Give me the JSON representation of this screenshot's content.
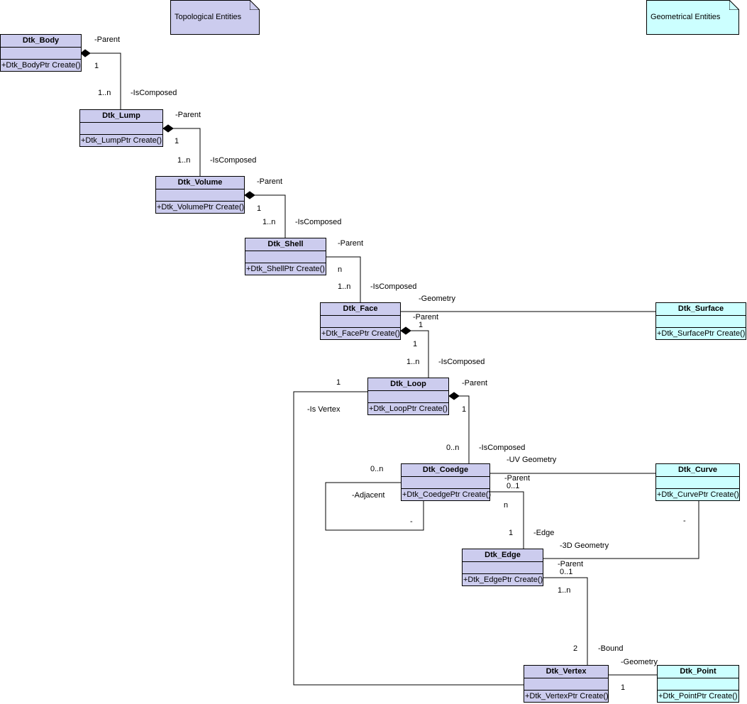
{
  "notes": {
    "topological": "Topological Entities",
    "geometrical": "Geometrical Entities"
  },
  "colors": {
    "topological_fill": "#ccccee",
    "geometrical_fill": "#ccffff",
    "line": "#000000"
  },
  "classes": {
    "body": {
      "name": "Dtk_Body",
      "op": "+Dtk_BodyPtr Create()"
    },
    "lump": {
      "name": "Dtk_Lump",
      "op": "+Dtk_LumpPtr Create()"
    },
    "volume": {
      "name": "Dtk_Volume",
      "op": "+Dtk_VolumePtr Create()"
    },
    "shell": {
      "name": "Dtk_Shell",
      "op": "+Dtk_ShellPtr Create()"
    },
    "face": {
      "name": "Dtk_Face",
      "op": "+Dtk_FacePtr Create()"
    },
    "loop": {
      "name": "Dtk_Loop",
      "op": "+Dtk_LoopPtr Create()"
    },
    "coedge": {
      "name": "Dtk_Coedge",
      "op": "+Dtk_CoedgePtr Create()"
    },
    "edge": {
      "name": "Dtk_Edge",
      "op": "+Dtk_EdgePtr Create()"
    },
    "vertex": {
      "name": "Dtk_Vertex",
      "op": "+Dtk_VertexPtr Create()"
    },
    "surface": {
      "name": "Dtk_Surface",
      "op": "+Dtk_SurfacePtr Create()"
    },
    "curve": {
      "name": "Dtk_Curve",
      "op": "+Dtk_CurvePtr Create()"
    },
    "point": {
      "name": "Dtk_Point",
      "op": "+Dtk_PointPtr Create()"
    }
  },
  "labels": {
    "body_lump": {
      "role_a": "-Parent",
      "mult_a": "1",
      "mult_b": "1..n",
      "role_b": "-IsComposed"
    },
    "lump_volume": {
      "role_a": "-Parent",
      "mult_a": "1",
      "mult_b": "1..n",
      "role_b": "-IsComposed"
    },
    "volume_shell": {
      "role_a": "-Parent",
      "mult_a": "1",
      "mult_b": "1..n",
      "role_b": "-IsComposed"
    },
    "shell_face": {
      "role_a": "-Parent",
      "mult_a": "n",
      "mult_b": "1..n",
      "role_b": "-IsComposed"
    },
    "face_surface": {
      "role": "-Geometry"
    },
    "face_loop": {
      "role_a": "-Parent",
      "mult_a1": "1",
      "mult_a2": "1",
      "mult_b": "1..n",
      "role_b": "-IsComposed"
    },
    "loop_vertex": {
      "mult": "1",
      "role": "-Is Vertex"
    },
    "loop_coedge": {
      "role_a": "-Parent",
      "mult_a": "1",
      "mult_b": "0..n",
      "role_b": "-IsComposed"
    },
    "coedge_curve": {
      "role": "-UV Geometry"
    },
    "coedge_self": {
      "mult": "0..n",
      "role": "-Adjacent",
      "mult_end": "-"
    },
    "coedge_edge": {
      "role_a": "-Parent",
      "mult_a": "0..1",
      "mult_a2": "n",
      "mult_b": "1",
      "role_b": "-Edge"
    },
    "edge_curve": {
      "role": "-3D Geometry",
      "mult": "-"
    },
    "edge_vertex": {
      "role_a": "-Parent",
      "mult_a": "0..1",
      "mult_a2": "1..n",
      "mult_b": "2",
      "role_b": "-Bound"
    },
    "vertex_point": {
      "role": "-Geometry",
      "mult": "1"
    }
  }
}
